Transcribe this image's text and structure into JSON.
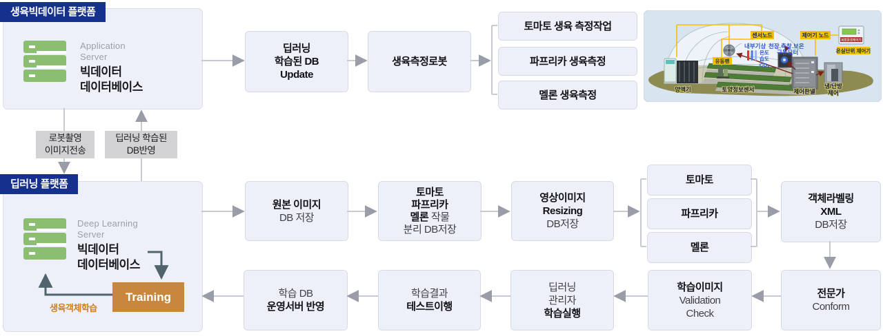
{
  "bigdata_platform": {
    "tag": "생육빅데이터 플랫폼",
    "server_type": [
      [
        {
          "t": "Application"
        }
      ],
      [
        {
          "t": "Server"
        }
      ]
    ],
    "server_name": [
      [
        {
          "t": "빅데이터"
        }
      ],
      [
        {
          "t": "데이터베이스"
        }
      ]
    ]
  },
  "deep_platform": {
    "tag": "딥러닝 플랫폼",
    "server_type": [
      [
        {
          "t": "Deep Learning"
        }
      ],
      [
        {
          "t": "Server"
        }
      ]
    ],
    "server_name": [
      [
        {
          "t": "빅데이터"
        }
      ],
      [
        {
          "t": "데이터베이스"
        }
      ]
    ],
    "training_label": "Training",
    "training_note": "생육객체학습"
  },
  "transfer_labels": {
    "robot": [
      [
        {
          "t": "로봇촬영"
        }
      ],
      [
        {
          "t": "이미지전송"
        }
      ]
    ],
    "reflect": [
      [
        {
          "t": "딥러닝 학습된"
        }
      ],
      [
        {
          "t": "DB반영"
        }
      ]
    ]
  },
  "flow": {
    "dl_update": [
      [
        {
          "t": "딥러닝",
          "b": true
        }
      ],
      [
        {
          "t": "학습된 DB",
          "b": true
        }
      ],
      [
        {
          "t": "Update",
          "b": true
        }
      ]
    ],
    "robot_box": [
      [
        {
          "t": "생육측정로봇",
          "b": true
        }
      ]
    ],
    "tomato_task": [
      [
        {
          "t": "토마토 생육 측정작업",
          "b": true
        }
      ]
    ],
    "paprika_task": [
      [
        {
          "t": "파프리카 생육측정",
          "b": true
        }
      ]
    ],
    "melon_task": [
      [
        {
          "t": "멜론 생육측정",
          "b": true
        }
      ]
    ],
    "origin": [
      [
        {
          "t": "원본 이미지",
          "b": true
        }
      ],
      [
        {
          "t": "DB 저장"
        }
      ]
    ],
    "crops_split": [
      [
        {
          "t": "토마토",
          "b": true
        }
      ],
      [
        {
          "t": "파프리카",
          "b": true
        }
      ],
      [
        {
          "t": "멜론",
          "b": true
        },
        {
          "t": " 작물"
        }
      ],
      [
        {
          "t": "분리 DB저장"
        }
      ]
    ],
    "resizing": [
      [
        {
          "t": "영상이미지",
          "b": true
        }
      ],
      [
        {
          "t": "Resizing",
          "b": true
        }
      ],
      [
        {
          "t": "DB저장"
        }
      ]
    ],
    "tomato": [
      [
        {
          "t": "토마토",
          "b": true
        }
      ]
    ],
    "paprika": [
      [
        {
          "t": "파프리카",
          "b": true
        }
      ]
    ],
    "melon": [
      [
        {
          "t": "멜론",
          "b": true
        }
      ]
    ],
    "labeling": [
      [
        {
          "t": "객체라벨링",
          "b": true
        }
      ],
      [
        {
          "t": "XML",
          "b": true
        }
      ],
      [
        {
          "t": "DB저장"
        }
      ]
    ],
    "expert": [
      [
        {
          "t": "전문가",
          "b": true
        }
      ],
      [
        {
          "t": "Conform"
        }
      ]
    ],
    "validation": [
      [
        {
          "t": "학습이미지",
          "b": true
        }
      ],
      [
        {
          "t": "Validation"
        }
      ],
      [
        {
          "t": "Check"
        }
      ]
    ],
    "admin": [
      [
        {
          "t": "딥러닝"
        }
      ],
      [
        {
          "t": "관리자"
        }
      ],
      [
        {
          "t": "학습실행",
          "b": true
        }
      ]
    ],
    "test": [
      [
        {
          "t": "학습결과"
        }
      ],
      [
        {
          "t": "테스트이행",
          "b": true
        }
      ]
    ],
    "deploy": [
      [
        {
          "t": "학습 DB"
        }
      ],
      [
        {
          "t": "운영서버 반영",
          "b": true
        }
      ]
    ]
  },
  "greenhouse": {
    "labels": {
      "sensor_node": "센서노드",
      "controller_node": "제어기 노드",
      "indoor_weather": "내부기상",
      "motor_line1": "천장.측창.보온",
      "motor_line2": "구동모터",
      "temp": "온도",
      "humidity": "습도",
      "co2": "CO₂",
      "fan": "유동팬",
      "device_caption": "복합환경제어기",
      "unit_controller": "온실단위 제어기",
      "nutrient": "양액기",
      "soil_sensor": "토양정보센서",
      "control_panel": "제어판넬",
      "cooling_line1": "냉/난방",
      "cooling_line2": "제어"
    }
  },
  "colors": {
    "navy": "#16318d",
    "box_fill": "#edf0f8",
    "box_border": "#d7dae6",
    "gray_label": "#d2d2d4",
    "arrow_line": "#c7c9d1",
    "arrow_head": "#999da8",
    "slate_arrow": "#51646d",
    "training_orange": "#c8873c",
    "note_orange": "#d07f1f",
    "server_green": "#8cbe71",
    "chip_yellow": "#f2c200"
  }
}
